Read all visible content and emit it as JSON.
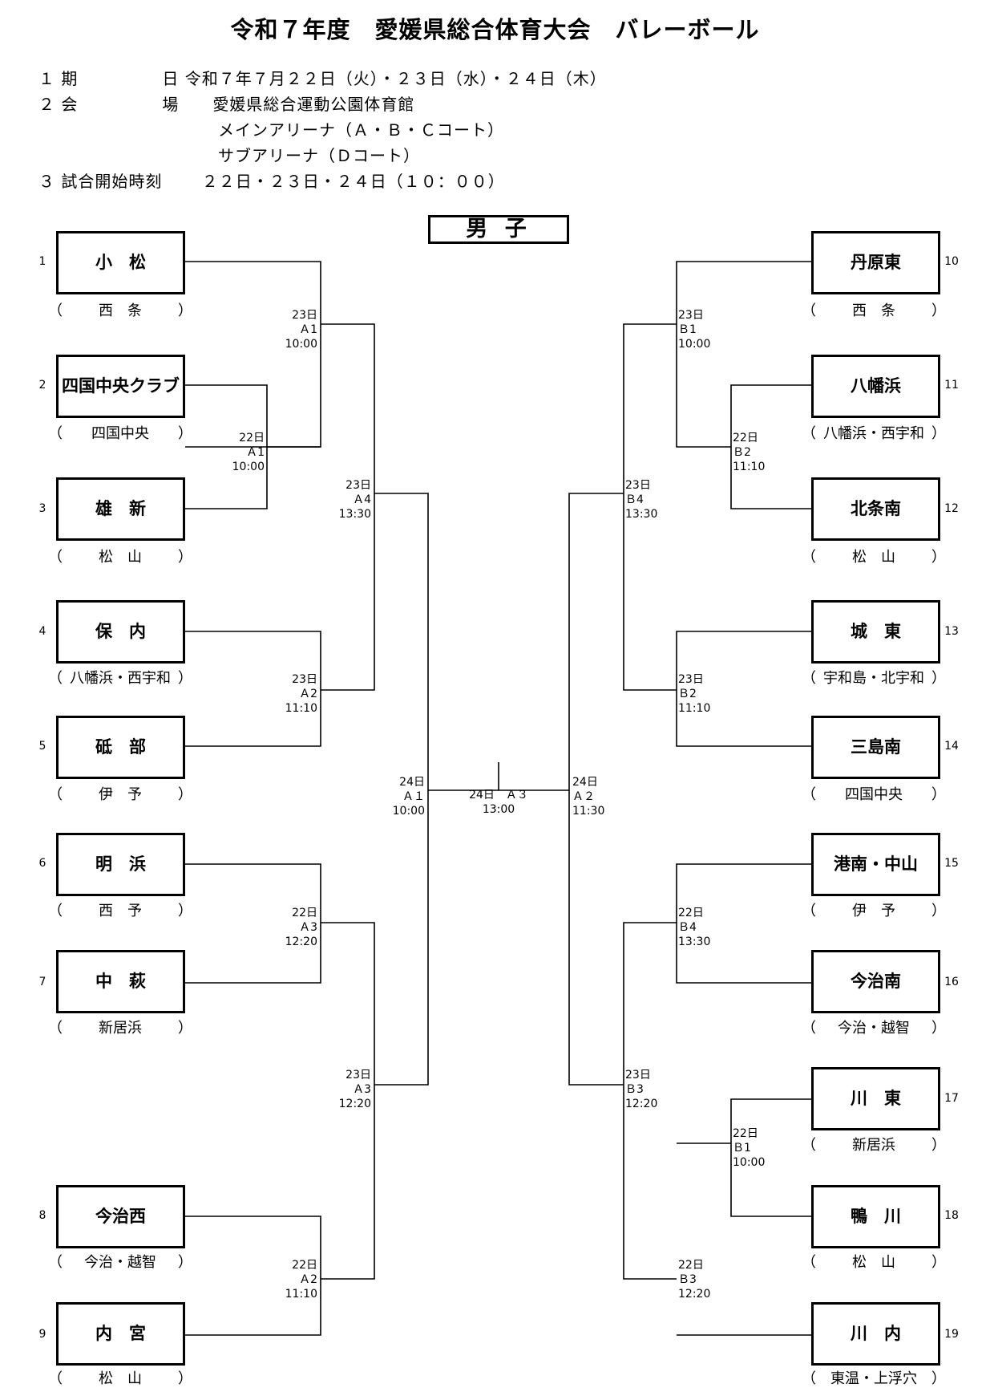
{
  "title": "令和７年度　愛媛県総合体育大会　バレーボール",
  "info": {
    "line1": "１ 期　　　　　日 令和７年７月２２日（火）・２３日（水）・２４日（木）",
    "line2": "２ 会　　　　　場　　愛媛県総合運動公園体育館",
    "line3": "メインアリーナ（Ａ・Ｂ・Ｃコート）",
    "line4": "サブアリーナ（Ｄコート）",
    "line5": "３ 試合開始時刻　　 ２２日・２３日・２４日（１０：００）"
  },
  "gender": "男 子",
  "teams": [
    {
      "num": "1",
      "name": "小　松",
      "region": "西　条"
    },
    {
      "num": "2",
      "name": "四国中央クラブ",
      "region": "四国中央"
    },
    {
      "num": "3",
      "name": "雄　新",
      "region": "松　山"
    },
    {
      "num": "4",
      "name": "保　内",
      "region": "八幡浜・西宇和"
    },
    {
      "num": "5",
      "name": "砥　部",
      "region": "伊　予"
    },
    {
      "num": "6",
      "name": "明　浜",
      "region": "西　予"
    },
    {
      "num": "7",
      "name": "中　萩",
      "region": "新居浜"
    },
    {
      "num": "8",
      "name": "今治西",
      "region": "今治・越智"
    },
    {
      "num": "9",
      "name": "内　宮",
      "region": "松　山"
    },
    {
      "num": "10",
      "name": "丹原東",
      "region": "西　条"
    },
    {
      "num": "11",
      "name": "八幡浜",
      "region": "八幡浜・西宇和"
    },
    {
      "num": "12",
      "name": "北条南",
      "region": "松　山"
    },
    {
      "num": "13",
      "name": "城　東",
      "region": "宇和島・北宇和"
    },
    {
      "num": "14",
      "name": "三島南",
      "region": "四国中央"
    },
    {
      "num": "15",
      "name": "港南・中山",
      "region": "伊　予"
    },
    {
      "num": "16",
      "name": "今治南",
      "region": "今治・越智"
    },
    {
      "num": "17",
      "name": "川　東",
      "region": "新居浜"
    },
    {
      "num": "18",
      "name": "鴨　川",
      "region": "松　山"
    },
    {
      "num": "19",
      "name": "川　内",
      "region": "東温・上浮穴"
    }
  ],
  "matches": {
    "l23a1": "23日\nＡ1\n10:00",
    "l22a1": "22日\nＡ1\n10:00",
    "l23a4": "23日\nＡ4\n13:30",
    "l23a2": "23日\nＡ2\n11:10",
    "l22a3": "22日\nＡ3\n12:20",
    "l23a3": "23日\nＡ3\n12:20",
    "l22a2": "22日\nＡ2\n11:10",
    "l24a1": "24日\nＡ１\n10:00",
    "final": "24日　Ａ３\n13:00",
    "r24a2": "24日\nＡ２\n11:30",
    "r23b1": "23日\nＢ1\n10:00",
    "r22b2": "22日\nＢ2\n11:10",
    "r23b4": "23日\nＢ4\n13:30",
    "r23b2": "23日\nＢ2\n11:10",
    "r22b4": "22日\nＢ4\n13:30",
    "r23b3": "23日\nＢ3\n12:20",
    "r22b1": "22日\nＢ1\n10:00",
    "r22b3": "22日\nＢ3\n12:20"
  }
}
